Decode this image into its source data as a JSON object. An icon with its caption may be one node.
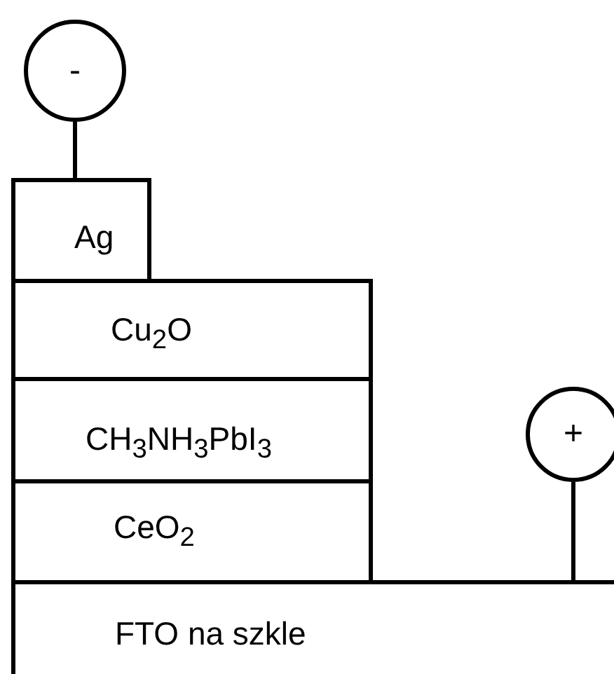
{
  "diagram": {
    "nodes": [
      {
        "text": [
          "-"
        ]
      },
      {
        "text": [
          "Ag"
        ]
      },
      {
        "text": [
          "Cu$_{2}$O"
        ]
      },
      {
        "text": [
          "CH$_{3}$NH$_{3}$PbI$_{3}$"
        ]
      },
      {
        "text": [
          "CeO$_{2}$"
        ]
      },
      {
        "text": [
          "FTO na szkle"
        ]
      },
      {
        "text": [
          "+"
        ]
      }
    ],
    "edges": [
      {
        "from": 0,
        "to": 1,
        "arrow": "none"
      },
      {
        "from": 6,
        "to": 5,
        "arrow": "none"
      }
    ]
  }
}
